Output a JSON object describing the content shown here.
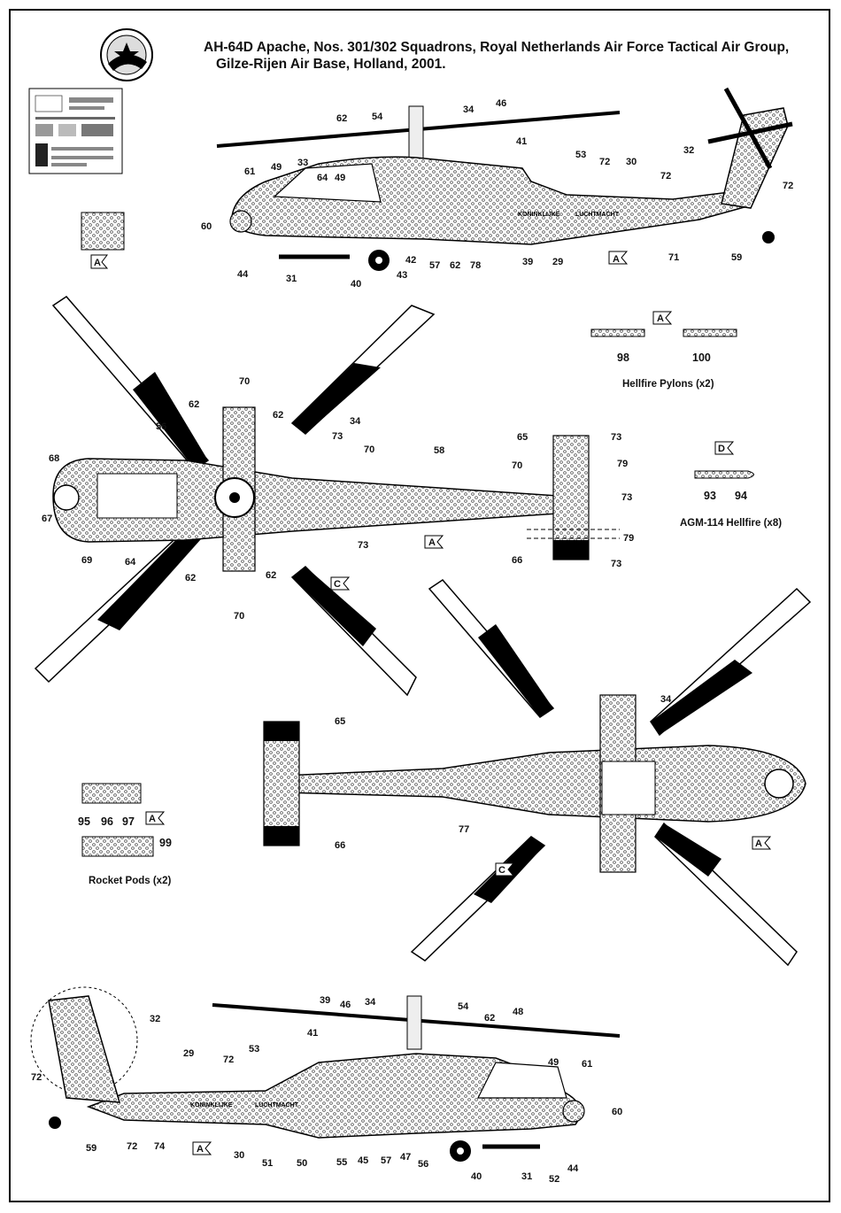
{
  "title": {
    "line1": "AH-64D Apache, Nos. 301/302 Squadrons, Royal Netherlands Air Force Tactical Air Group,",
    "line2": "Gilze-Rijen Air Base, Holland, 2001."
  },
  "captions": {
    "hellfire_pylons": "Hellfire Pylons (x2)",
    "agm_hellfire": "AGM-114 Hellfire (x8)",
    "rocket_pods": "Rocket Pods (x2)"
  },
  "camo_refs": {
    "a": "A",
    "c": "C",
    "d": "D"
  },
  "fuselage_text": {
    "koninklijke": "KONINKLIJKE",
    "luchtmacht": "LUCHTMACHT"
  },
  "side_view_top_labels": [
    {
      "n": "62"
    },
    {
      "n": "54"
    },
    {
      "n": "34"
    },
    {
      "n": "46"
    },
    {
      "n": "41"
    },
    {
      "n": "53"
    },
    {
      "n": "72"
    },
    {
      "n": "30"
    },
    {
      "n": "72"
    },
    {
      "n": "32"
    },
    {
      "n": "72"
    },
    {
      "n": "61"
    },
    {
      "n": "49"
    },
    {
      "n": "33"
    },
    {
      "n": "64"
    },
    {
      "n": "49"
    },
    {
      "n": "60"
    },
    {
      "n": "44"
    },
    {
      "n": "31"
    },
    {
      "n": "40"
    },
    {
      "n": "43"
    },
    {
      "n": "42"
    },
    {
      "n": "57"
    },
    {
      "n": "62"
    },
    {
      "n": "78"
    },
    {
      "n": "39"
    },
    {
      "n": "29"
    },
    {
      "n": "71"
    },
    {
      "n": "59"
    }
  ],
  "pylon_labels": [
    {
      "n": "98"
    },
    {
      "n": "100"
    }
  ],
  "hellfire_labels": [
    {
      "n": "93"
    },
    {
      "n": "94"
    }
  ],
  "top_view_labels": [
    {
      "n": "70"
    },
    {
      "n": "62"
    },
    {
      "n": "62"
    },
    {
      "n": "56"
    },
    {
      "n": "34"
    },
    {
      "n": "73"
    },
    {
      "n": "70"
    },
    {
      "n": "58"
    },
    {
      "n": "68"
    },
    {
      "n": "67"
    },
    {
      "n": "69"
    },
    {
      "n": "64"
    },
    {
      "n": "73"
    },
    {
      "n": "62"
    },
    {
      "n": "62"
    },
    {
      "n": "70"
    },
    {
      "n": "65"
    },
    {
      "n": "73"
    },
    {
      "n": "79"
    },
    {
      "n": "70"
    },
    {
      "n": "73"
    },
    {
      "n": "79"
    },
    {
      "n": "66"
    },
    {
      "n": "73"
    }
  ],
  "bottom_view_labels": [
    {
      "n": "65"
    },
    {
      "n": "34"
    },
    {
      "n": "77"
    },
    {
      "n": "66"
    }
  ],
  "rocket_labels": [
    {
      "n": "95"
    },
    {
      "n": "96"
    },
    {
      "n": "97"
    },
    {
      "n": "99"
    }
  ],
  "side_view_bottom_labels": [
    {
      "n": "32"
    },
    {
      "n": "72"
    },
    {
      "n": "29"
    },
    {
      "n": "72"
    },
    {
      "n": "53"
    },
    {
      "n": "41"
    },
    {
      "n": "39"
    },
    {
      "n": "46"
    },
    {
      "n": "34"
    },
    {
      "n": "54"
    },
    {
      "n": "62"
    },
    {
      "n": "48"
    },
    {
      "n": "49"
    },
    {
      "n": "61"
    },
    {
      "n": "60"
    },
    {
      "n": "59"
    },
    {
      "n": "72"
    },
    {
      "n": "74"
    },
    {
      "n": "30"
    },
    {
      "n": "51"
    },
    {
      "n": "50"
    },
    {
      "n": "55"
    },
    {
      "n": "45"
    },
    {
      "n": "57"
    },
    {
      "n": "47"
    },
    {
      "n": "56"
    },
    {
      "n": "40"
    },
    {
      "n": "31"
    },
    {
      "n": "52"
    },
    {
      "n": "44"
    }
  ]
}
